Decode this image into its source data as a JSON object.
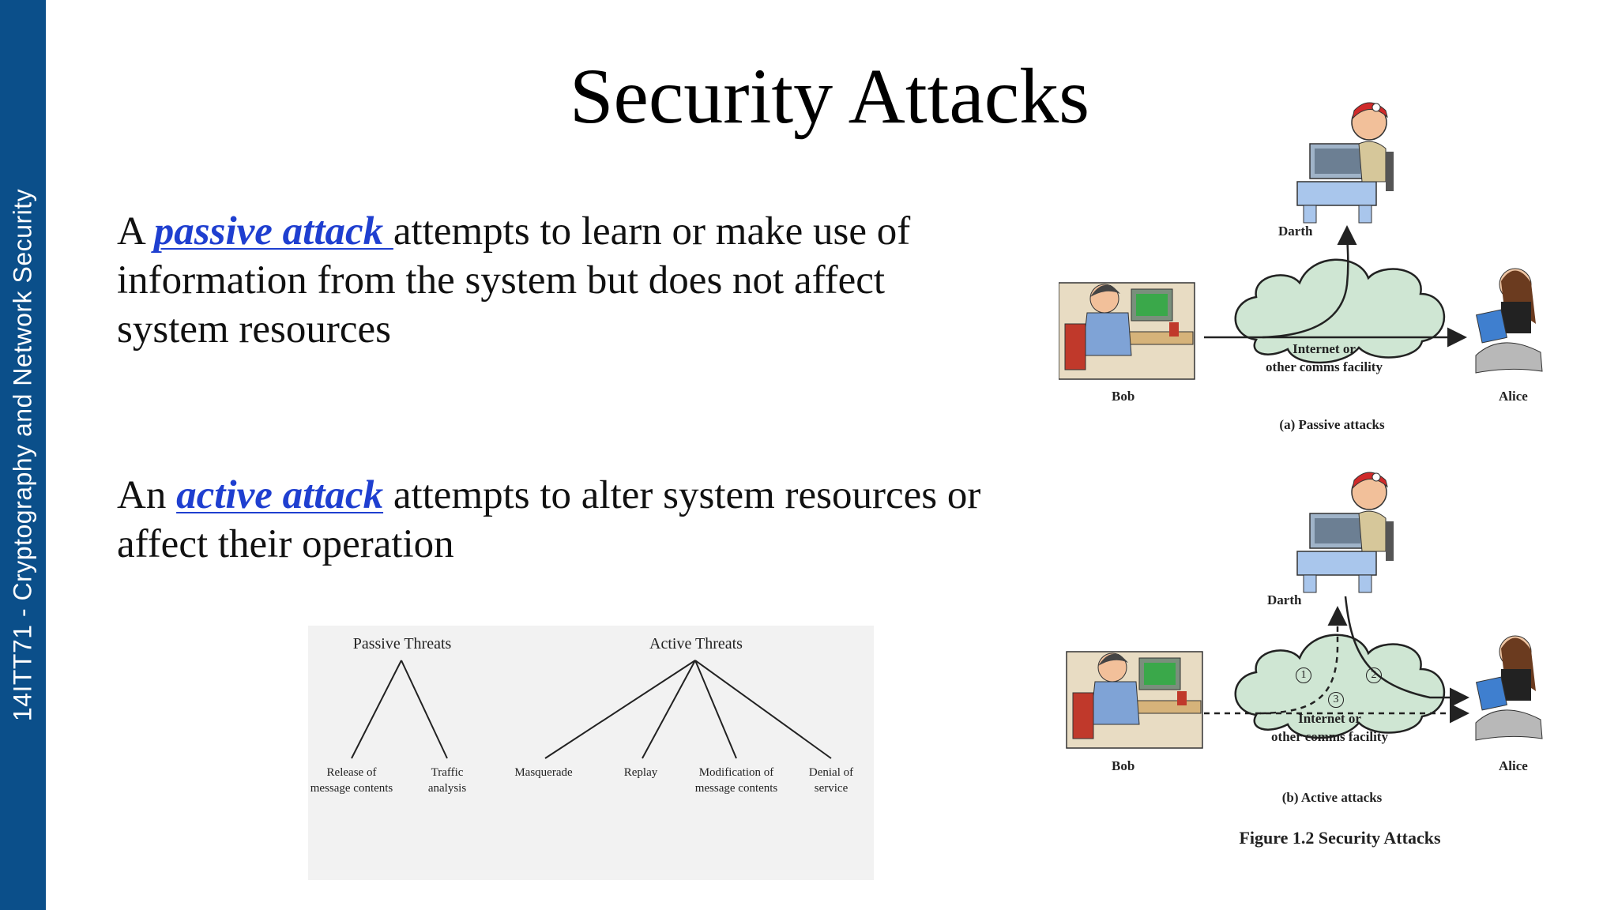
{
  "sidebar": {
    "text": "14ITT71  - Cryptography and Network Security"
  },
  "title": "Security Attacks",
  "passive": {
    "prefix": "A ",
    "term": "passive attack ",
    "rest": "attempts to learn or make use of information from the system but does not affect system resources"
  },
  "active": {
    "prefix": "An ",
    "term": "active attack",
    "rest": " attempts to alter system resources or affect their operation"
  },
  "threats": {
    "passive_title": "Passive Threats",
    "active_title": "Active Threats",
    "passive_items": [
      {
        "line1": "Release of",
        "line2": "message contents"
      },
      {
        "line1": "Traffic",
        "line2": "analysis"
      }
    ],
    "active_items": [
      {
        "line1": "Masquerade",
        "line2": ""
      },
      {
        "line1": "Replay",
        "line2": ""
      },
      {
        "line1": "Modification of",
        "line2": "message contents"
      },
      {
        "line1": "Denial of",
        "line2": "service"
      }
    ]
  },
  "figure": {
    "darth": "Darth",
    "bob": "Bob",
    "alice": "Alice",
    "cloud_line1": "Internet or",
    "cloud_line2": "other comms facility",
    "passive_caption": "(a) Passive attacks",
    "active_caption": "(b) Active attacks",
    "numbers": [
      "1",
      "2",
      "3"
    ],
    "figure_caption": "Figure 1.2  Security Attacks"
  }
}
